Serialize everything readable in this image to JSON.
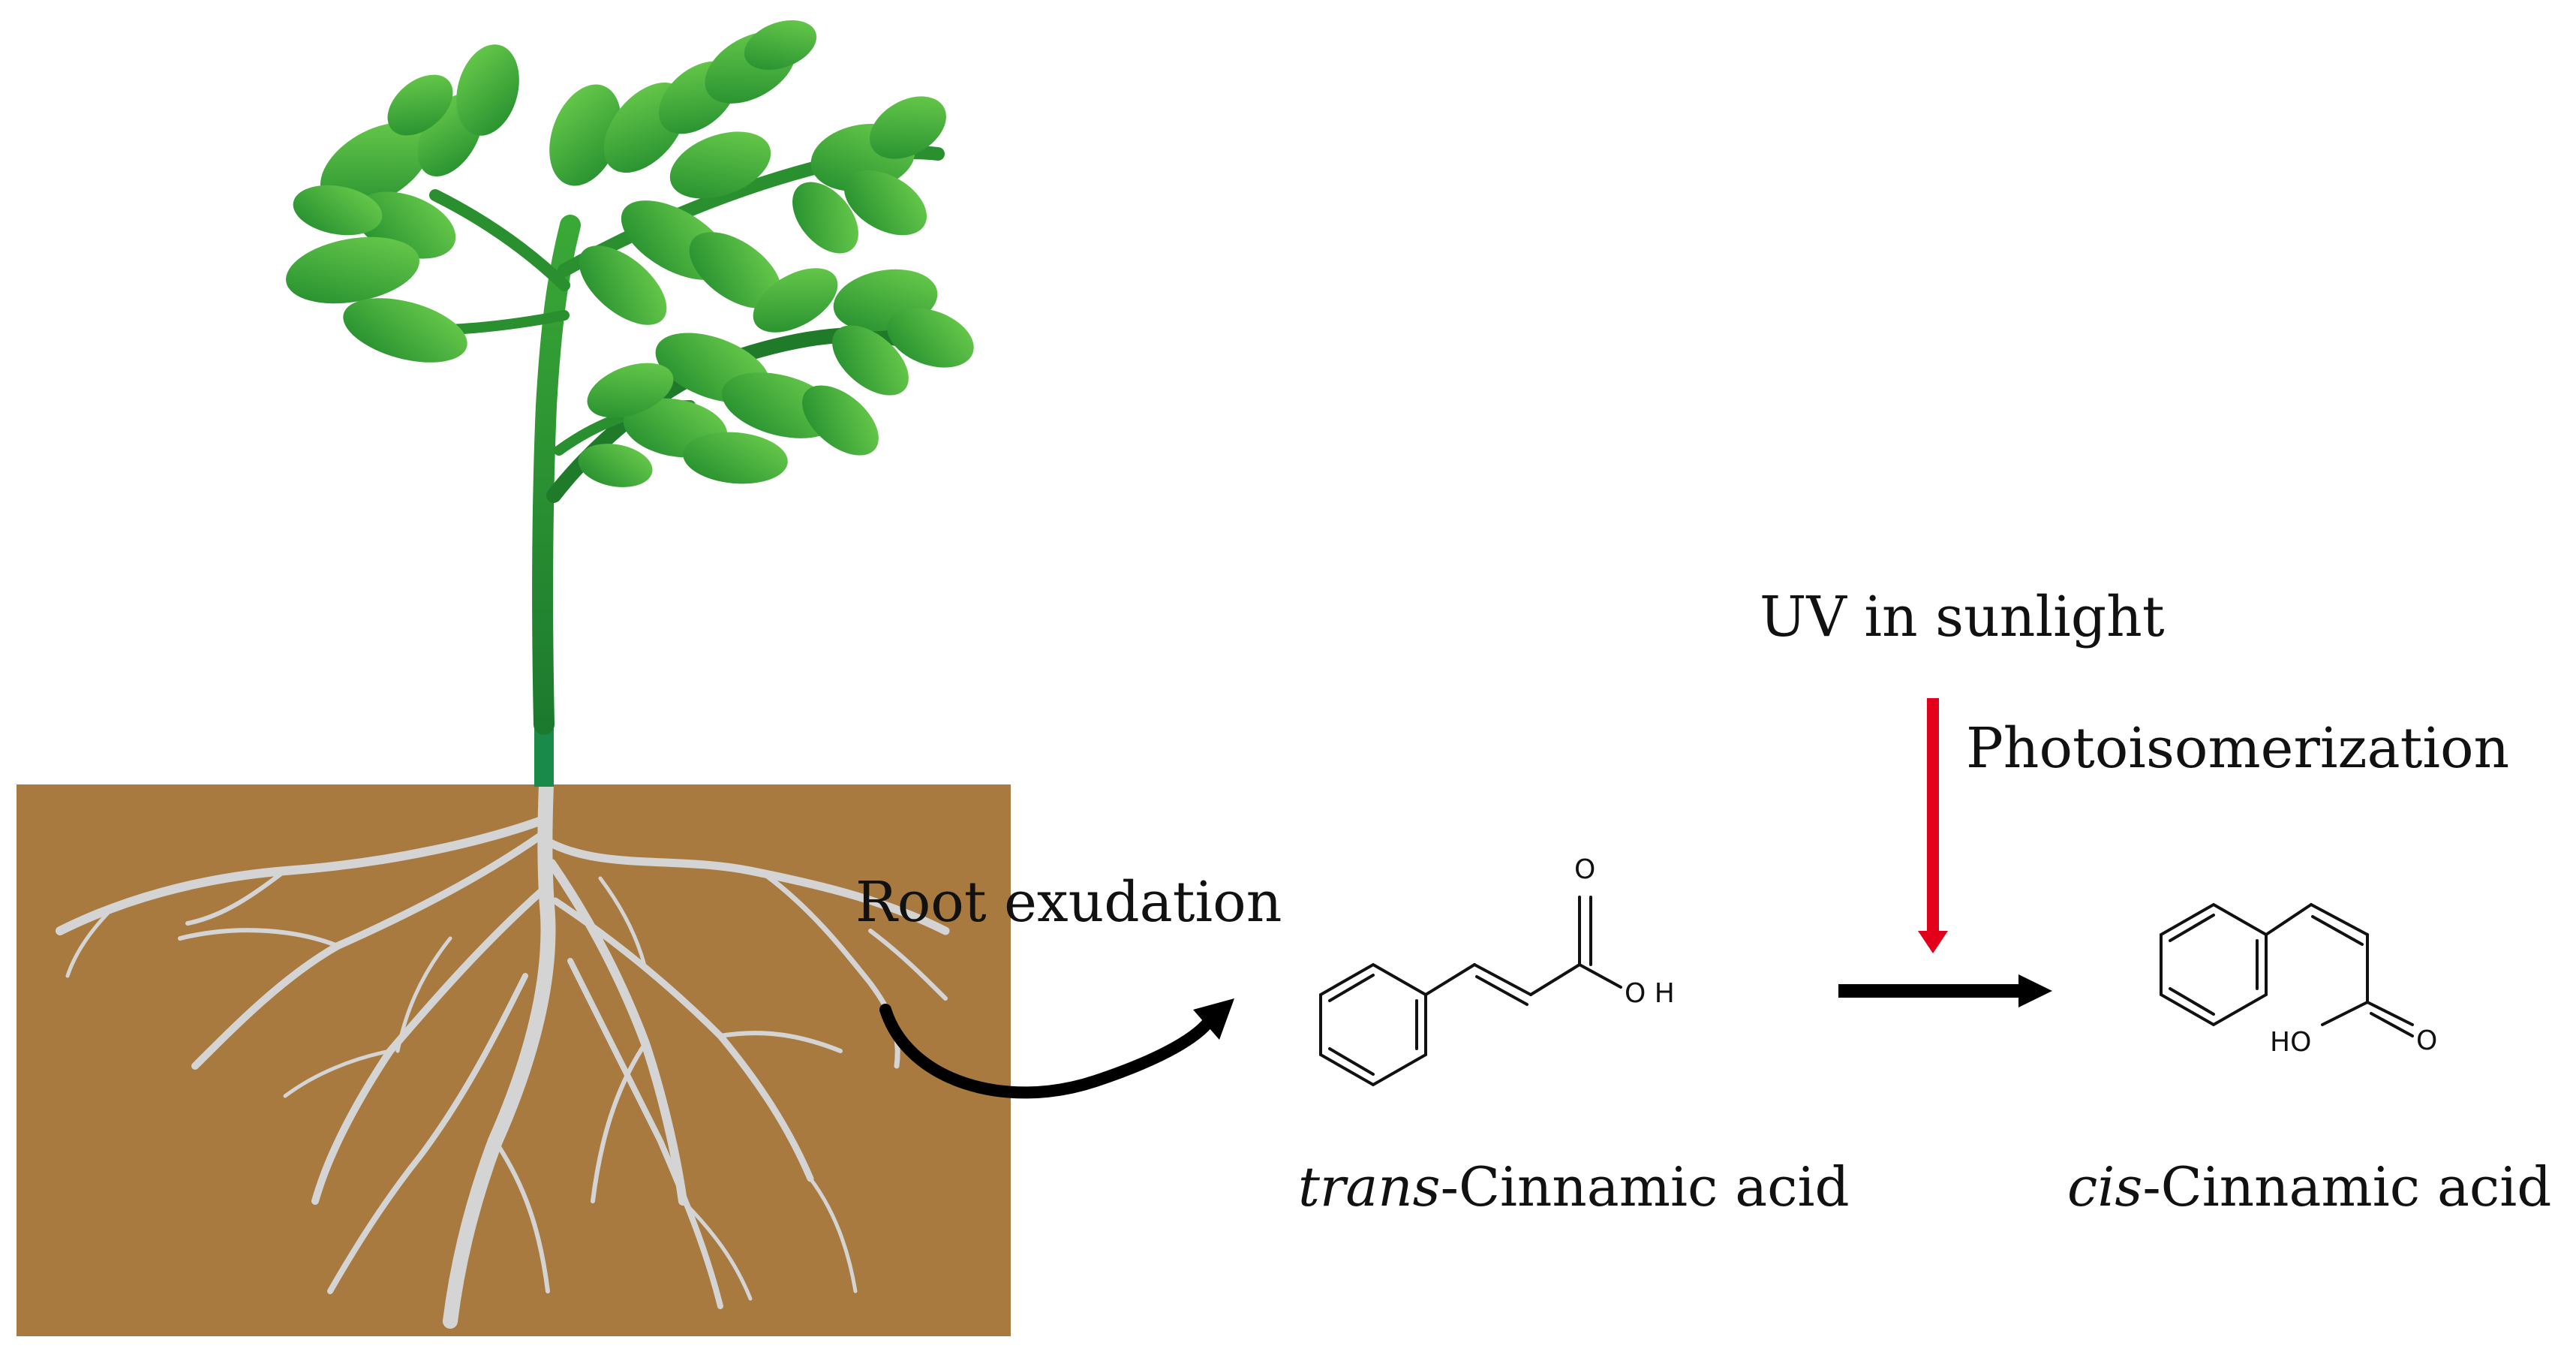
{
  "labels": {
    "root_exudation": "Root exudation",
    "uv_in_sunlight": "UV in sunlight",
    "photoisomerization": "Photoisomerization",
    "trans_prefix": "trans",
    "trans_rest": "-Cinnamic acid",
    "cis_prefix": "cis",
    "cis_rest": "-Cinnamic acid"
  },
  "atoms": {
    "trans_carbonyl_o": "O",
    "trans_hydroxyl": "O H",
    "cis_hydroxyl": "HO",
    "cis_carbonyl_o": "O"
  },
  "colors": {
    "soil": "#a87a3f",
    "plant_dark": "#1f7a2a",
    "plant_light": "#47b83a",
    "roots": "#d4d4d4",
    "uv_arrow": "#e3001b",
    "reaction_arrow": "#000000"
  }
}
